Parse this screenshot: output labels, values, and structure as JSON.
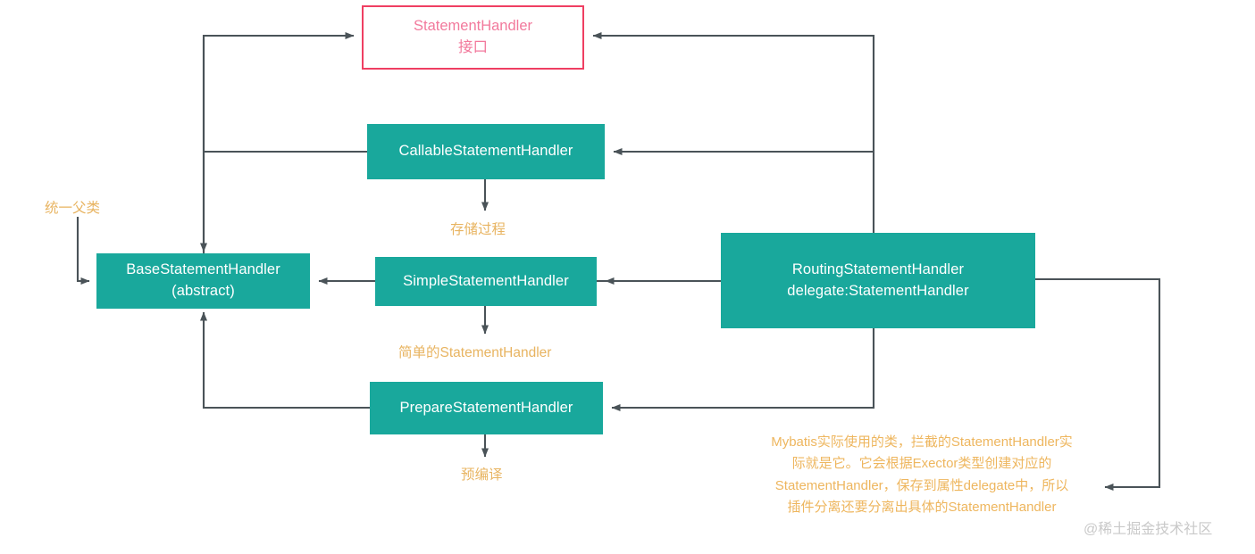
{
  "diagram": {
    "title": "StatementHandler class hierarchy",
    "background": "#ffffff",
    "colors": {
      "node_green": "#19a89c",
      "node_green_text": "#ffffff",
      "interface_border": "#ef3f62",
      "interface_text": "#f2799c",
      "annotation_orange": "#e8b461",
      "edge": "#4a5358",
      "watermark": "#c9c9c9"
    },
    "nodes": [
      {
        "id": "statementhandler",
        "style": "interface",
        "line1": "StatementHandler",
        "line2": "接口"
      },
      {
        "id": "callable",
        "style": "green",
        "line1": "CallableStatementHandler",
        "line2": ""
      },
      {
        "id": "base",
        "style": "green",
        "line1": "BaseStatementHandler",
        "line2": "(abstract)"
      },
      {
        "id": "simple",
        "style": "green",
        "line1": "SimpleStatementHandler",
        "line2": ""
      },
      {
        "id": "prepare",
        "style": "green",
        "line1": "PrepareStatementHandler",
        "line2": ""
      },
      {
        "id": "routing",
        "style": "green",
        "line1": "RoutingStatementHandler",
        "line2": "delegate:StatementHandler"
      }
    ],
    "annotations": {
      "parent_class": "统一父类",
      "stored_procedure": "存储过程",
      "simple_handler": "简单的StatementHandler",
      "precompile": "预编译",
      "routing_note": "Mybatis实际使用的类，拦截的StatementHandler实际就是它。它会根据Exector类型创建对应的StatementHandler，保存到属性delegate中，所以插件分离还要分离出具体的StatementHandler"
    },
    "watermark": "@稀土掘金技术社区"
  }
}
